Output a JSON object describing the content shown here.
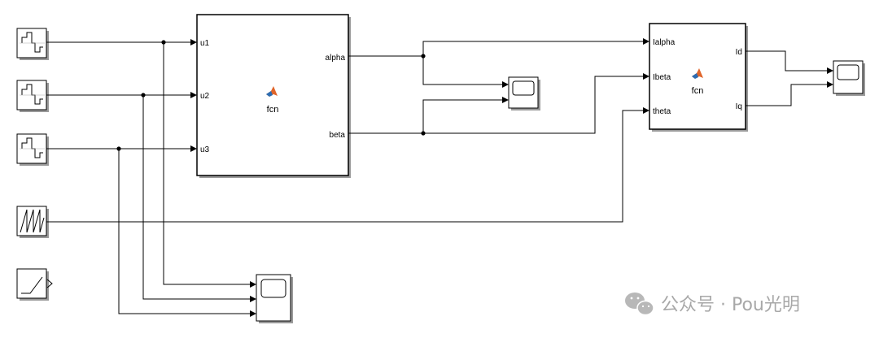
{
  "block1": {
    "inputs": [
      "u1",
      "u2",
      "u3"
    ],
    "outputs": [
      "alpha",
      "beta"
    ],
    "name": "fcn"
  },
  "block2": {
    "inputs": [
      "Ialpha",
      "Ibeta",
      "theta"
    ],
    "outputs": [
      "Id",
      "Iq"
    ],
    "name": "fcn"
  },
  "watermark": {
    "text": "公众号 · Pou光明"
  },
  "colors": {
    "line": "#000000",
    "block_border": "#000000",
    "shadow": "#9a9a9a",
    "watermark": "#a8a8a8",
    "matlab_orange": "#e0652a",
    "matlab_blue": "#2b6db3"
  },
  "icons": [
    "sine-wave-icon",
    "sawtooth-icon",
    "ramp-icon",
    "scope-icon",
    "matlab-logo-icon",
    "wechat-icon"
  ]
}
